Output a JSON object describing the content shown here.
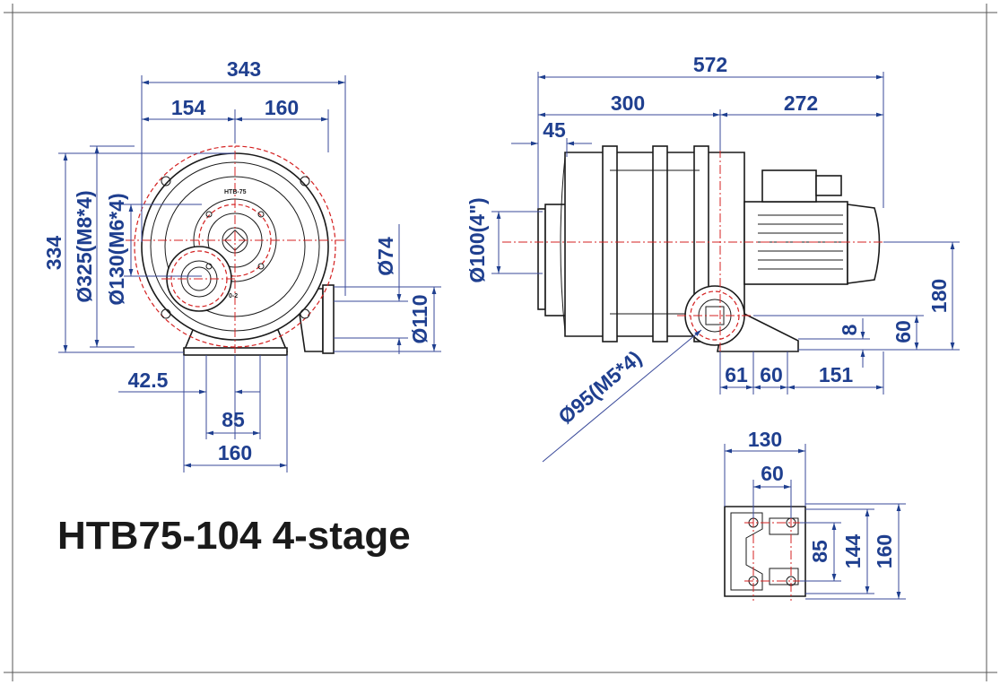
{
  "title": "HTB75-104 4-stage",
  "front_view": {
    "width_total": "343",
    "left_to_center": "154",
    "center_to_right": "160",
    "height_total": "334",
    "inlet_bolt_circle": "Ø325(M8*4)",
    "inner_bolt_circle": "Ø130(M6*4)",
    "outlet_diameter": "Ø74",
    "outlet_height": "Ø110",
    "base_offset": "42.5",
    "base_inner": "85",
    "base_outer": "160",
    "nameplate": "HTB-75",
    "small_mark": "0-2"
  },
  "side_view": {
    "length_total": "572",
    "body_length": "300",
    "motor_length": "272",
    "inlet_flange": "45",
    "inlet_diameter": "Ø100(4\")",
    "outlet_flange": "Ø95(M5*4)",
    "center_height": "180",
    "base_height": "60",
    "base_step": "8",
    "foot_a": "61",
    "foot_b": "60",
    "foot_c": "151"
  },
  "base_view": {
    "width_total": "130",
    "width_inner": "60",
    "depth_inner": "85",
    "depth_mid": "144",
    "depth_total": "160"
  }
}
